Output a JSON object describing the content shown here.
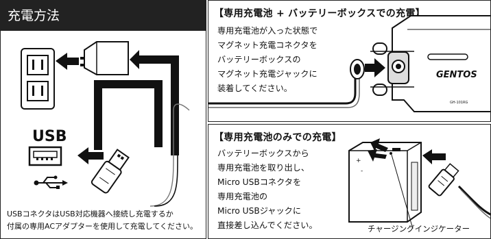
{
  "left_panel": {
    "title": "充電方法",
    "usb_label": "USB",
    "caption_lines": [
      "USBコネクタはUSB対応機器へ接続し充電するか",
      "付属の専用ACアダプターを使用して充電してください。"
    ]
  },
  "top_right_panel": {
    "title": "【専用充電池 + バッテリーボックスでの充電】",
    "lines": [
      "専用充電池が入った状態で",
      "マグネット充電コネクタを",
      "バッテリーボックスの",
      "マグネット充電ジャックに",
      "装着してください。"
    ],
    "brand": "GENTOS",
    "model": "GH-101RG"
  },
  "bottom_right_panel": {
    "title": "【専用充電池のみでの充電】",
    "lines": [
      "バッテリーボックスから",
      "専用充電池を取り出し、",
      "Micro USBコネクタを",
      "専用充電池の",
      "Micro USBジャックに",
      "直接差し込んでください。"
    ],
    "indicator_label": "チャージングインジケーター"
  },
  "icons": [
    "power-outlet-icon",
    "ac-adapter-icon",
    "usb-port-icon",
    "usb-symbol-icon",
    "usb-cable-icon",
    "headlamp-battery-box-icon",
    "magnetic-connector-icon",
    "battery-pack-icon",
    "micro-usb-plug-icon"
  ],
  "colors": {
    "ink": "#111111",
    "title_bar": "#222222",
    "background": "#ffffff",
    "panel_fill": "#eeeeee"
  }
}
